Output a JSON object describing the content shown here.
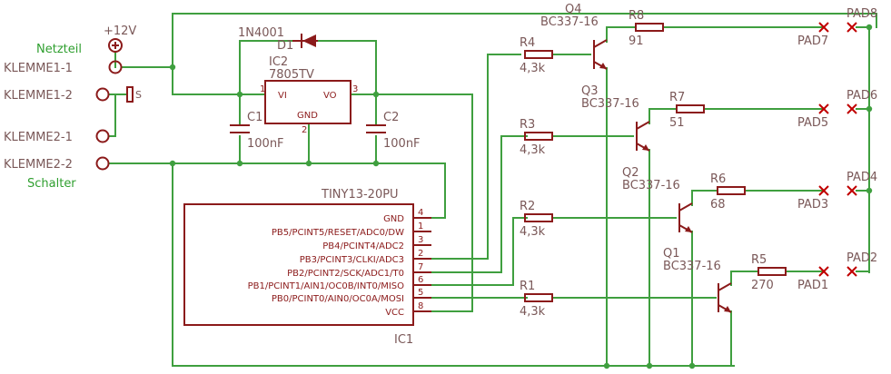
{
  "labels": {
    "netzteil": "Netzteil",
    "plus12v": "+12V",
    "schalter": "Schalter",
    "klemme1_1": "KLEMME1-1",
    "klemme1_2": "KLEMME1-2",
    "klemme2_1": "KLEMME2-1",
    "klemme2_2": "KLEMME2-2",
    "switch_s": "S",
    "d1_name": "D1",
    "d1_value": "1N4001",
    "ic2_name": "IC2",
    "ic2_value": "7805TV",
    "ic2_vi": "VI",
    "ic2_vo": "VO",
    "ic2_gnd": "GND",
    "ic2_pin1": "1",
    "ic2_pin2": "2",
    "ic2_pin3": "3",
    "c1_name": "C1",
    "c1_value": "100nF",
    "c2_name": "C2",
    "c2_value": "100nF",
    "ic1_value": "TINY13-20PU",
    "ic1_name": "IC1",
    "ic1_pins": [
      {
        "label": "GND",
        "num": "4"
      },
      {
        "label": "PB5/PCINT5/RESET/ADC0/DW",
        "num": "1"
      },
      {
        "label": "PB4/PCINT4/ADC2",
        "num": "3"
      },
      {
        "label": "PB3/PCINT3/CLKI/ADC3",
        "num": "2"
      },
      {
        "label": "PB2/PCINT2/SCK/ADC1/T0",
        "num": "7"
      },
      {
        "label": "PB1/PCINT1/AIN1/OC0B/INT0/MISO",
        "num": "6"
      },
      {
        "label": "PB0/PCINT0/AIN0/OC0A/MOSI",
        "num": "5"
      },
      {
        "label": "VCC",
        "num": "8"
      }
    ],
    "r4_name": "R4",
    "r4_value": "4,3k",
    "r3_name": "R3",
    "r3_value": "4,3k",
    "r2_name": "R2",
    "r2_value": "4,3k",
    "r1_name": "R1",
    "r1_value": "4,3k",
    "r8_name": "R8",
    "r8_value": "91",
    "r7_name": "R7",
    "r7_value": "51",
    "r6_name": "R6",
    "r6_value": "68",
    "r5_name": "R5",
    "r5_value": "270",
    "q4_name": "Q4",
    "q4_value": "BC337-16",
    "q3_name": "Q3",
    "q3_value": "BC337-16",
    "q2_name": "Q2",
    "q2_value": "BC337-16",
    "q1_name": "Q1",
    "q1_value": "BC337-16",
    "pad8": "PAD8",
    "pad7": "PAD7",
    "pad6": "PAD6",
    "pad5": "PAD5",
    "pad4": "PAD4",
    "pad3": "PAD3",
    "pad2": "PAD2",
    "pad1": "PAD1"
  },
  "colors": {
    "wire": "#3f9f3f",
    "part": "#8b1a1a",
    "text": "#7a5858",
    "label_green": "#2f9f2f",
    "pad_x": "#c00000"
  }
}
